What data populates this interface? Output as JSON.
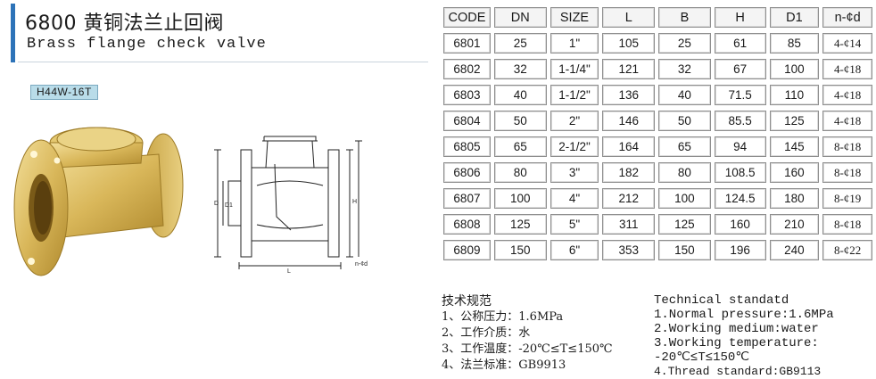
{
  "header": {
    "title_cn": "6800 黄铜法兰止回阀",
    "title_en": "Brass flange check valve",
    "model": "H44W-16T"
  },
  "table": {
    "headers": [
      "CODE",
      "DN",
      "SIZE",
      "L",
      "B",
      "H",
      "D1",
      "n-¢d"
    ],
    "rows": [
      [
        "6801",
        "25",
        "1\"",
        "105",
        "25",
        "61",
        "85",
        "4-¢14"
      ],
      [
        "6802",
        "32",
        "1-1/4\"",
        "121",
        "32",
        "67",
        "100",
        "4-¢18"
      ],
      [
        "6803",
        "40",
        "1-1/2\"",
        "136",
        "40",
        "71.5",
        "110",
        "4-¢18"
      ],
      [
        "6804",
        "50",
        "2\"",
        "146",
        "50",
        "85.5",
        "125",
        "4-¢18"
      ],
      [
        "6805",
        "65",
        "2-1/2\"",
        "164",
        "65",
        "94",
        "145",
        "8-¢18"
      ],
      [
        "6806",
        "80",
        "3\"",
        "182",
        "80",
        "108.5",
        "160",
        "8-¢18"
      ],
      [
        "6807",
        "100",
        "4\"",
        "212",
        "100",
        "124.5",
        "180",
        "8-¢19"
      ],
      [
        "6808",
        "125",
        "5\"",
        "311",
        "125",
        "160",
        "210",
        "8-¢18"
      ],
      [
        "6809",
        "150",
        "6\"",
        "353",
        "150",
        "196",
        "240",
        "8-¢22"
      ]
    ]
  },
  "standard_cn": {
    "title": "技术规范",
    "items": [
      "1、公称压力：1.6MPa",
      "2、工作介质：水",
      "3、工作温度：-20℃≤T≤150℃",
      "4、法兰标准：GB9913"
    ]
  },
  "standard_en": {
    "title": "Technical standatd",
    "items": [
      "1.Normal pressure:1.6MPa",
      "2.Working medium:water",
      "3.Working temperature:",
      "-20℃≤T≤150℃",
      "4.Thread standard:GB9113"
    ]
  },
  "drawing_labels": {
    "d0": "D",
    "d1": "D1",
    "h": "H",
    "l": "L",
    "nd": "n-¢d"
  },
  "colors": {
    "accent_bar": "#2d73b8",
    "model_tag": "#b9dce9",
    "brass": "#d9b75a"
  }
}
